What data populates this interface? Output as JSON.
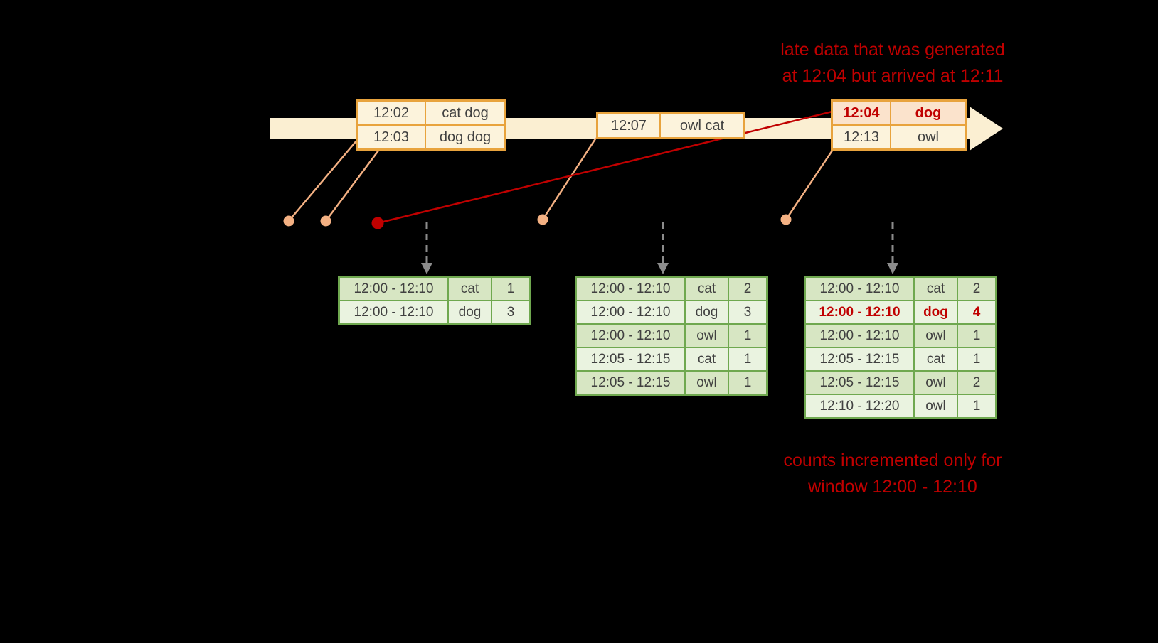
{
  "annotations": {
    "late_data": {
      "line1": "late data that was generated",
      "line2": "at 12:04 but arrived at 12:11"
    },
    "counts_note": {
      "line1": "counts incremented only for",
      "line2": "window 12:00 - 12:10"
    }
  },
  "event_tables": {
    "t1": {
      "rows": [
        {
          "time": "12:02",
          "words": "cat dog"
        },
        {
          "time": "12:03",
          "words": "dog dog"
        }
      ]
    },
    "t2": {
      "rows": [
        {
          "time": "12:07",
          "words": "owl cat"
        }
      ]
    },
    "t3": {
      "rows": [
        {
          "time": "12:04",
          "words": "dog"
        },
        {
          "time": "12:13",
          "words": "owl"
        }
      ]
    }
  },
  "result_tables": {
    "r1": {
      "rows": [
        {
          "window": "12:00 - 12:10",
          "word": "cat",
          "count": "1"
        },
        {
          "window": "12:00 - 12:10",
          "word": "dog",
          "count": "3"
        }
      ]
    },
    "r2": {
      "rows": [
        {
          "window": "12:00 - 12:10",
          "word": "cat",
          "count": "2"
        },
        {
          "window": "12:00 - 12:10",
          "word": "dog",
          "count": "3"
        },
        {
          "window": "12:00 - 12:10",
          "word": "owl",
          "count": "1"
        },
        {
          "window": "12:05 - 12:15",
          "word": "cat",
          "count": "1"
        },
        {
          "window": "12:05 - 12:15",
          "word": "owl",
          "count": "1"
        }
      ]
    },
    "r3": {
      "rows": [
        {
          "window": "12:00 - 12:10",
          "word": "cat",
          "count": "2"
        },
        {
          "window": "12:00 - 12:10",
          "word": "dog",
          "count": "4"
        },
        {
          "window": "12:00 - 12:10",
          "word": "owl",
          "count": "1"
        },
        {
          "window": "12:05 - 12:15",
          "word": "cat",
          "count": "1"
        },
        {
          "window": "12:05 - 12:15",
          "word": "owl",
          "count": "2"
        },
        {
          "window": "12:10 - 12:20",
          "word": "owl",
          "count": "1"
        }
      ]
    }
  },
  "colors": {
    "background": "#000000",
    "timeline_band": "#FBEFD2",
    "event_border": "#E8A33D",
    "event_fill": "#FCF3DC",
    "late_cell_fill": "#FBE3CC",
    "accent_red": "#C00000",
    "connector_salmon": "#F4B183",
    "result_border": "#6FA84F",
    "result_row_dark": "#D7E6C3",
    "result_row_light": "#EAF3E0",
    "trigger_arrow_gray": "#8C8C8C",
    "text_dark": "#404040"
  }
}
